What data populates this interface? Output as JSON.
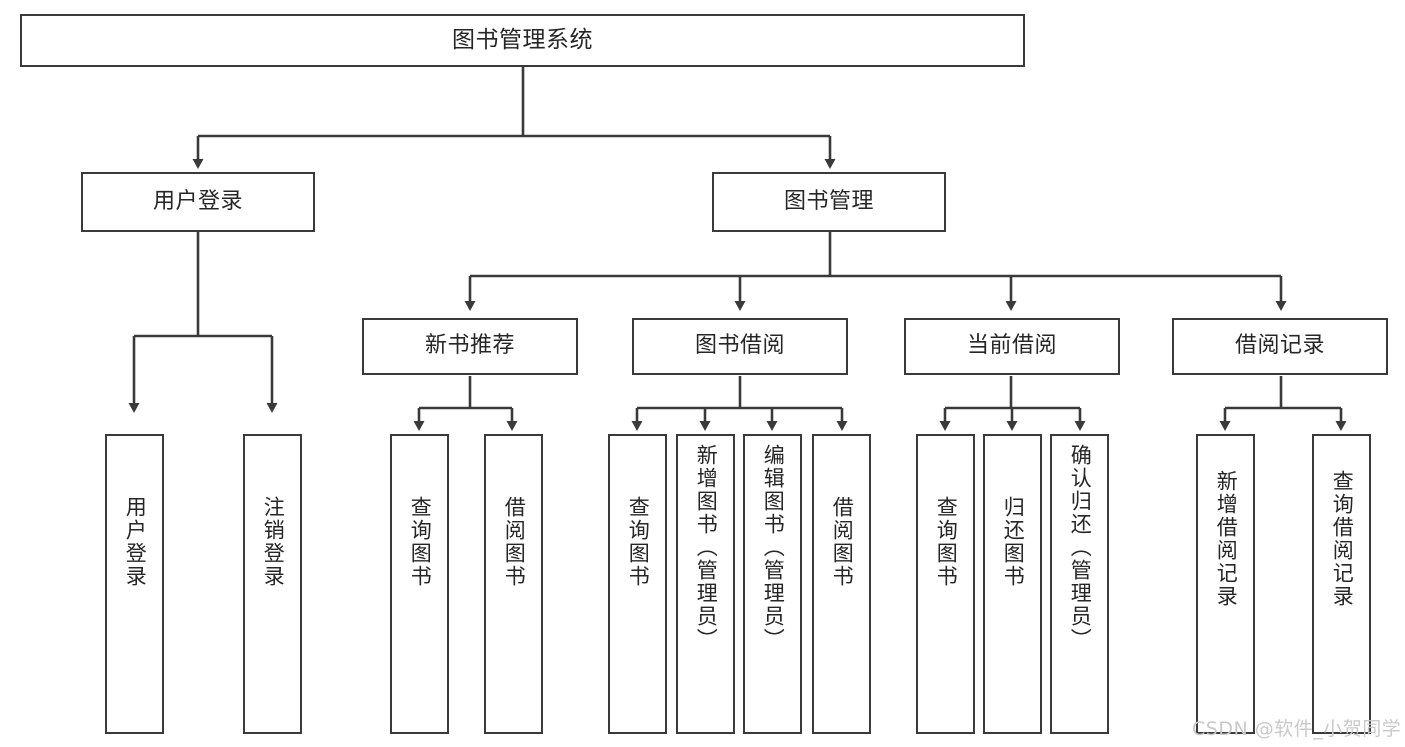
{
  "diagram": {
    "title": "图书管理系统",
    "type": "tree-hierarchy-chart",
    "root": {
      "label": "图书管理系统"
    },
    "level2": [
      {
        "label": "用户登录"
      },
      {
        "label": "图书管理"
      }
    ],
    "level3": [
      {
        "label": "新书推荐"
      },
      {
        "label": "图书借阅"
      },
      {
        "label": "当前借阅"
      },
      {
        "label": "借阅记录"
      }
    ],
    "leaves": {
      "user_login": [
        {
          "label": "用户登录"
        },
        {
          "label": "注销登录"
        }
      ],
      "new_book_recommend": [
        {
          "label": "查询图书"
        },
        {
          "label": "借阅图书"
        }
      ],
      "book_borrow": [
        {
          "label": "查询图书"
        },
        {
          "label": "新增图书（管理员）"
        },
        {
          "label": "编辑图书（管理员）"
        },
        {
          "label": "借阅图书"
        }
      ],
      "current_borrow": [
        {
          "label": "查询图书"
        },
        {
          "label": "归还图书"
        },
        {
          "label": "确认归还（管理员）"
        }
      ],
      "borrow_record": [
        {
          "label": "新增借阅记录"
        },
        {
          "label": "查询借阅记录"
        }
      ]
    }
  },
  "watermark": {
    "text": "CSDN @软件_小贺同学"
  },
  "colors": {
    "stroke": "#3a3a3a",
    "text": "#262626",
    "background": "#ffffff",
    "watermark": "#c9c9c9"
  }
}
